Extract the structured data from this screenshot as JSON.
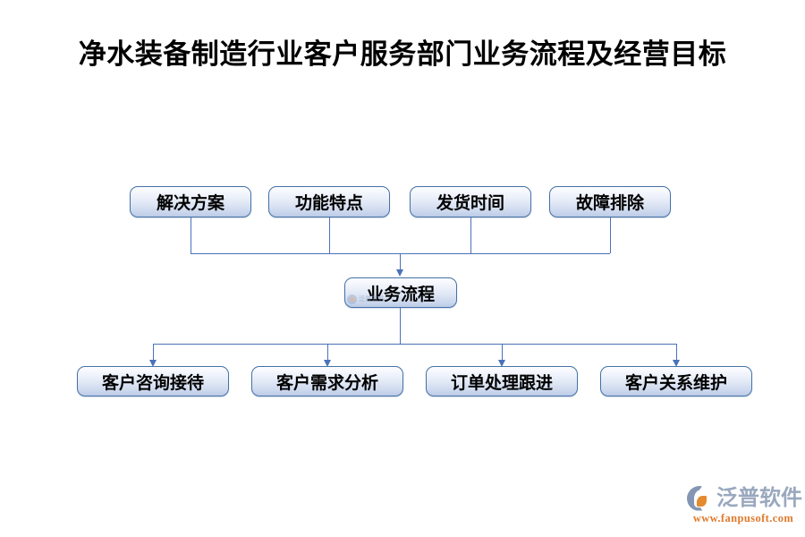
{
  "title": "净水装备制造行业客户服务部门业务流程及经营目标",
  "chart_data": {
    "type": "diagram",
    "diagram_kind": "flowchart",
    "title": "净水装备制造行业客户服务部门业务流程及经营目标",
    "orientation": "top-down",
    "levels": [
      {
        "name": "inputs",
        "nodes": [
          "解决方案",
          "功能特点",
          "发货时间",
          "故障排除"
        ]
      },
      {
        "name": "hub",
        "nodes": [
          "业务流程"
        ]
      },
      {
        "name": "outputs",
        "nodes": [
          "客户咨询接待",
          "客户需求分析",
          "订单处理跟进",
          "客户关系维护"
        ]
      }
    ],
    "edges": [
      {
        "from": "解决方案",
        "to": "业务流程"
      },
      {
        "from": "功能特点",
        "to": "业务流程"
      },
      {
        "from": "发货时间",
        "to": "业务流程"
      },
      {
        "from": "故障排除",
        "to": "业务流程"
      },
      {
        "from": "业务流程",
        "to": "客户咨询接待"
      },
      {
        "from": "业务流程",
        "to": "客户需求分析"
      },
      {
        "from": "业务流程",
        "to": "订单处理跟进"
      },
      {
        "from": "业务流程",
        "to": "客户关系维护"
      }
    ],
    "colors": {
      "node_border": "#4472a8",
      "node_fill_top": "#fdfdff",
      "node_fill_bottom": "#bccbe6",
      "connector": "#4a72b8",
      "title_text": "#000000",
      "background": "#ffffff"
    }
  },
  "top_row": {
    "nodes": [
      {
        "label": "解决方案"
      },
      {
        "label": "功能特点"
      },
      {
        "label": "发货时间"
      },
      {
        "label": "故障排除"
      }
    ]
  },
  "center_row": {
    "nodes": [
      {
        "label": "业务流程"
      }
    ]
  },
  "bottom_row": {
    "nodes": [
      {
        "label": "客户咨询接待"
      },
      {
        "label": "客户需求分析"
      },
      {
        "label": "订单处理跟进"
      },
      {
        "label": "客户关系维护"
      }
    ]
  },
  "watermark": {
    "text": "泛普软件"
  },
  "logo": {
    "name": "泛普软件",
    "url": "www.fanpusoft.com"
  }
}
